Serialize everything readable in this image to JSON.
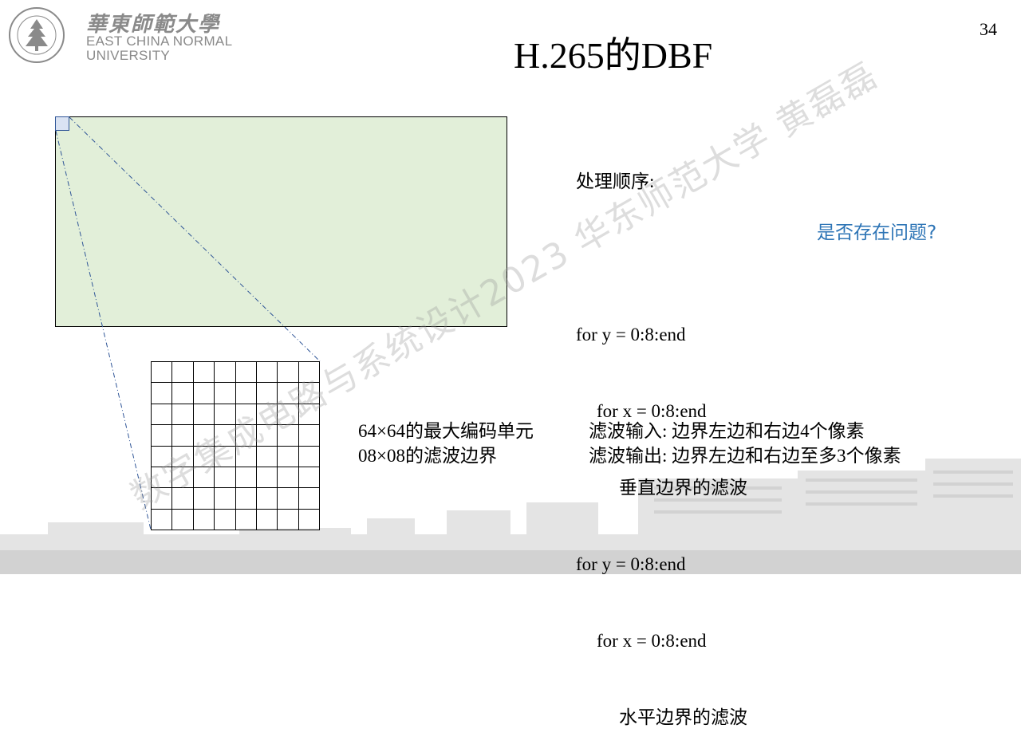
{
  "logo": {
    "cn": "華東師範大學",
    "en_line1": "EAST CHINA NORMAL",
    "en_line2": "UNIVERSITY"
  },
  "page_number": "34",
  "title": "H.265的DBF",
  "code": {
    "heading": "处理顺序:",
    "lines": [
      "for y = 0:8:end",
      "for x = 0:8:end",
      "垂直边界的滤波",
      "for y = 0:8:end",
      "for x = 0:8:end",
      "水平边界的滤波"
    ]
  },
  "question": "是否存在问题?",
  "left_info": [
    "64×64的最大编码单元",
    "08×08的滤波边界"
  ],
  "right_info": [
    "滤波输入: 边界左边和右边4个像素",
    "滤波输出: 边界左边和右边至多3个像素"
  ],
  "watermark": "数字集成电路与系统设计2023 华东师范大学 黄磊磊",
  "colors": {
    "block_fill": "#e2efd9",
    "question": "#2e75b6",
    "zoom_line": "#2f5597"
  }
}
